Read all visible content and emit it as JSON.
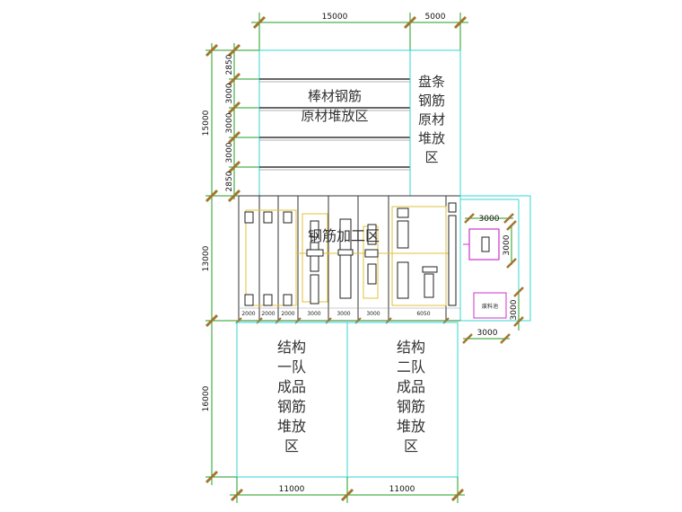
{
  "dimensions": {
    "top": [
      "15000",
      "5000"
    ],
    "left_upper_total": "15000",
    "left_upper_parts": [
      "2850",
      "3000",
      "3000",
      "3000",
      "2850"
    ],
    "left_middle": "13000",
    "left_lower": "16000",
    "bottom": [
      "11000",
      "11000"
    ],
    "right_block_width": "3000",
    "right_block_height": "3000",
    "right_lower_height": "3000",
    "right_lower_width": "3000",
    "machine_spacing": [
      "2000",
      "2000",
      "2000",
      "3000",
      "3000",
      "3000",
      "6050"
    ]
  },
  "zones": {
    "rod_storage": [
      "棒材钢筋",
      "原材堆放区"
    ],
    "coil_storage": [
      "盘条",
      "钢筋",
      "原材",
      "堆放",
      "区"
    ],
    "processing": "钢筋加工区",
    "team1": [
      "结构",
      "一队",
      "成品",
      "钢筋",
      "堆放",
      "区"
    ],
    "team2": [
      "结构",
      "二队",
      "成品",
      "钢筋",
      "堆放",
      "区"
    ],
    "scrap": "废料池"
  },
  "colors": {
    "outline_cyan": "#36d6d6",
    "dimension_green": "#1f9d1f",
    "tick_brown": "#a3752f",
    "machine_yellow": "#e0c23a",
    "magenta": "#cc33cc",
    "dark_line": "#333333"
  }
}
